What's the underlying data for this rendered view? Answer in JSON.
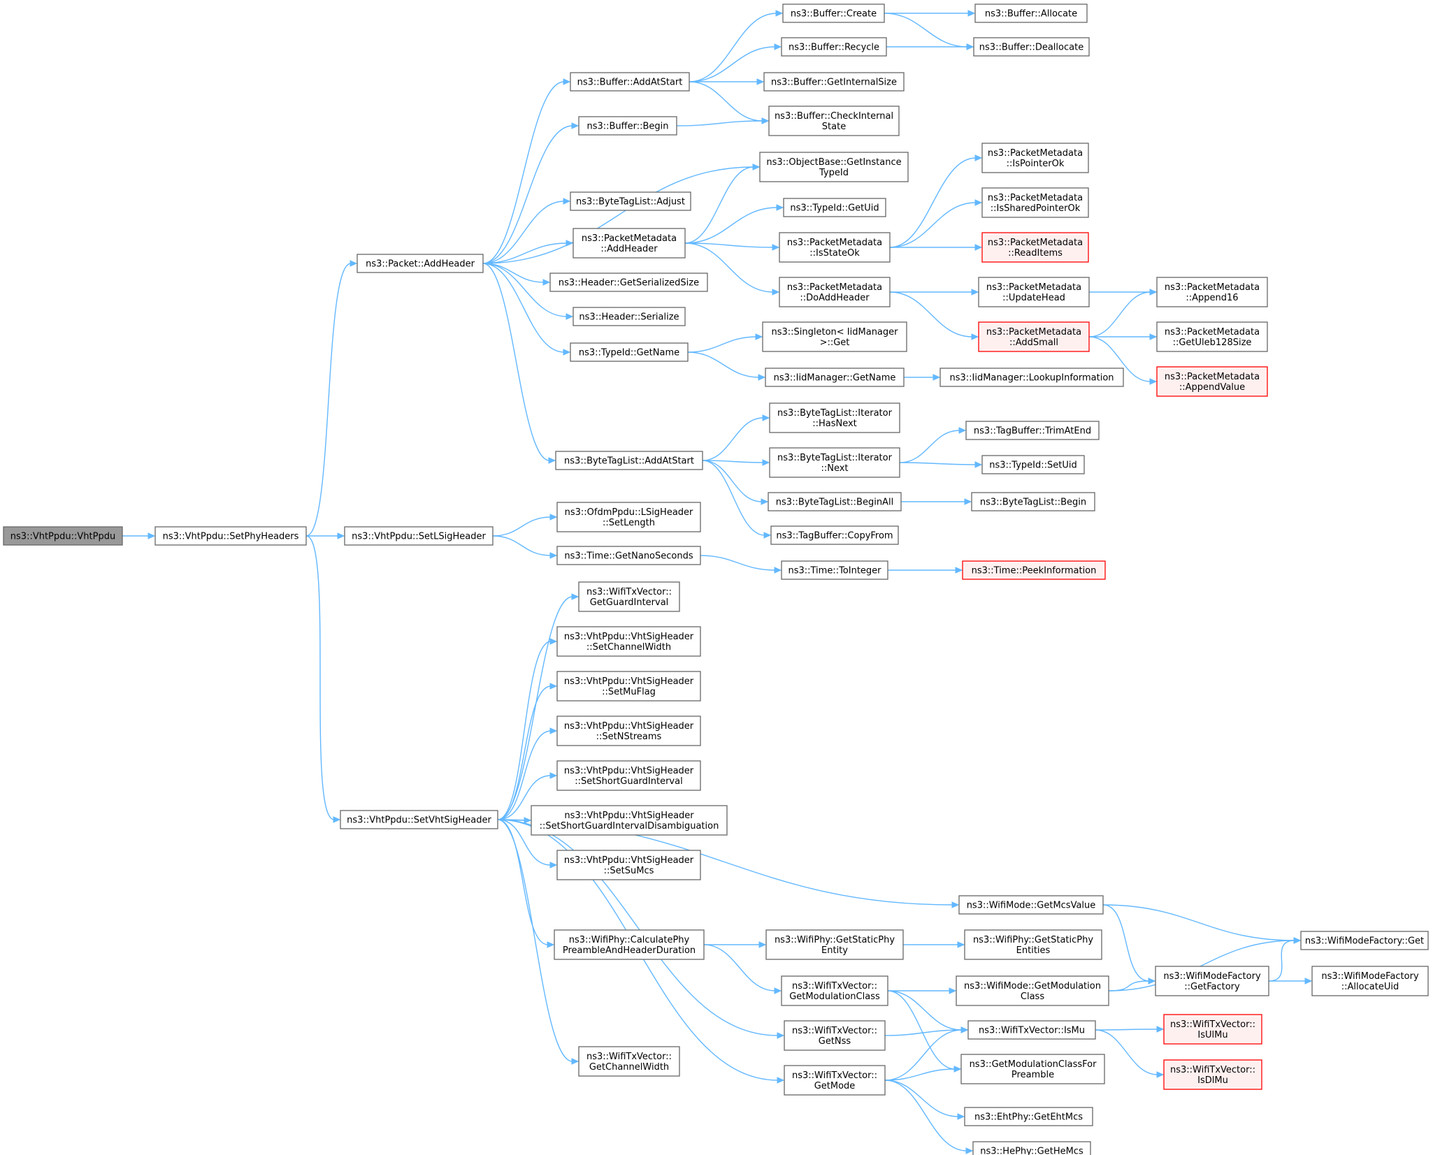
{
  "graph": {
    "nodes": [
      {
        "id": "root",
        "lines": [
          "ns3::VhtPpdu::VhtPpdu"
        ],
        "style": "root"
      },
      {
        "id": "setphy",
        "lines": [
          "ns3::VhtPpdu::SetPhyHeaders"
        ]
      },
      {
        "id": "addheader",
        "lines": [
          "ns3::Packet::AddHeader"
        ]
      },
      {
        "id": "setlsig",
        "lines": [
          "ns3::VhtPpdu::SetLSigHeader"
        ]
      },
      {
        "id": "setvhtsig",
        "lines": [
          "ns3::VhtPpdu::SetVhtSigHeader"
        ]
      },
      {
        "id": "buf_addatstart",
        "lines": [
          "ns3::Buffer::AddAtStart"
        ]
      },
      {
        "id": "buf_begin",
        "lines": [
          "ns3::Buffer::Begin"
        ]
      },
      {
        "id": "btl_adjust",
        "lines": [
          "ns3::ByteTagList::Adjust"
        ]
      },
      {
        "id": "pm_addheader",
        "lines": [
          "ns3::PacketMetadata",
          "::AddHeader"
        ]
      },
      {
        "id": "hdr_getsize",
        "lines": [
          "ns3::Header::GetSerializedSize"
        ]
      },
      {
        "id": "hdr_serialize",
        "lines": [
          "ns3::Header::Serialize"
        ]
      },
      {
        "id": "tid_getname",
        "lines": [
          "ns3::TypeId::GetName"
        ]
      },
      {
        "id": "btl_addatstart",
        "lines": [
          "ns3::ByteTagList::AddAtStart"
        ]
      },
      {
        "id": "lsig_setlength",
        "lines": [
          "ns3::OfdmPpdu::LSigHeader",
          "::SetLength"
        ]
      },
      {
        "id": "time_getnano",
        "lines": [
          "ns3::Time::GetNanoSeconds"
        ]
      },
      {
        "id": "wtx_getgi",
        "lines": [
          "ns3::WifiTxVector::",
          "GetGuardInterval"
        ]
      },
      {
        "id": "vsig_setcw",
        "lines": [
          "ns3::VhtPpdu::VhtSigHeader",
          "::SetChannelWidth"
        ]
      },
      {
        "id": "vsig_setmu",
        "lines": [
          "ns3::VhtPpdu::VhtSigHeader",
          "::SetMuFlag"
        ]
      },
      {
        "id": "vsig_setns",
        "lines": [
          "ns3::VhtPpdu::VhtSigHeader",
          "::SetNStreams"
        ]
      },
      {
        "id": "vsig_setsgi",
        "lines": [
          "ns3::VhtPpdu::VhtSigHeader",
          "::SetShortGuardInterval"
        ]
      },
      {
        "id": "vsig_setsgid",
        "lines": [
          "ns3::VhtPpdu::VhtSigHeader",
          "::SetShortGuardIntervalDisambiguation"
        ]
      },
      {
        "id": "vsig_setsumcs",
        "lines": [
          "ns3::VhtPpdu::VhtSigHeader",
          "::SetSuMcs"
        ]
      },
      {
        "id": "wphy_calc",
        "lines": [
          "ns3::WifiPhy::CalculatePhy",
          "PreambleAndHeaderDuration"
        ]
      },
      {
        "id": "wtx_getcw",
        "lines": [
          "ns3::WifiTxVector::",
          "GetChannelWidth"
        ]
      },
      {
        "id": "buf_create",
        "lines": [
          "ns3::Buffer::Create"
        ]
      },
      {
        "id": "buf_recycle",
        "lines": [
          "ns3::Buffer::Recycle"
        ]
      },
      {
        "id": "buf_getinternal",
        "lines": [
          "ns3::Buffer::GetInternalSize"
        ]
      },
      {
        "id": "buf_checkinternal",
        "lines": [
          "ns3::Buffer::CheckInternal",
          "State"
        ]
      },
      {
        "id": "ob_getinstance",
        "lines": [
          "ns3::ObjectBase::GetInstance",
          "TypeId"
        ]
      },
      {
        "id": "tid_getuid",
        "lines": [
          "ns3::TypeId::GetUid"
        ]
      },
      {
        "id": "pm_isstateok",
        "lines": [
          "ns3::PacketMetadata",
          "::IsStateOk"
        ]
      },
      {
        "id": "pm_doaddheader",
        "lines": [
          "ns3::PacketMetadata",
          "::DoAddHeader"
        ]
      },
      {
        "id": "singleton_get",
        "lines": [
          "ns3::Singleton< IidManager",
          ">::Get"
        ]
      },
      {
        "id": "iid_getname",
        "lines": [
          "ns3::IidManager::GetName"
        ]
      },
      {
        "id": "btl_it_hasnext",
        "lines": [
          "ns3::ByteTagList::Iterator",
          "::HasNext"
        ]
      },
      {
        "id": "btl_it_next",
        "lines": [
          "ns3::ByteTagList::Iterator",
          "::Next"
        ]
      },
      {
        "id": "btl_beginall",
        "lines": [
          "ns3::ByteTagList::BeginAll"
        ]
      },
      {
        "id": "tb_copyfrom",
        "lines": [
          "ns3::TagBuffer::CopyFrom"
        ]
      },
      {
        "id": "time_tointeger",
        "lines": [
          "ns3::Time::ToInteger"
        ]
      },
      {
        "id": "wphy_getstaticentity",
        "lines": [
          "ns3::WifiPhy::GetStaticPhy",
          "Entity"
        ]
      },
      {
        "id": "wtx_getmodclass",
        "lines": [
          "ns3::WifiTxVector::",
          "GetModulationClass"
        ]
      },
      {
        "id": "wtx_getnss",
        "lines": [
          "ns3::WifiTxVector::",
          "GetNss"
        ]
      },
      {
        "id": "wtx_getmode",
        "lines": [
          "ns3::WifiTxVector::",
          "GetMode"
        ]
      },
      {
        "id": "buf_allocate",
        "lines": [
          "ns3::Buffer::Allocate"
        ]
      },
      {
        "id": "buf_deallocate",
        "lines": [
          "ns3::Buffer::Deallocate"
        ]
      },
      {
        "id": "pm_ispointerok",
        "lines": [
          "ns3::PacketMetadata",
          "::IsPointerOk"
        ]
      },
      {
        "id": "pm_issharedok",
        "lines": [
          "ns3::PacketMetadata",
          "::IsSharedPointerOk"
        ]
      },
      {
        "id": "pm_readitems",
        "lines": [
          "ns3::PacketMetadata",
          "::ReadItems"
        ],
        "style": "red"
      },
      {
        "id": "pm_updatehead",
        "lines": [
          "ns3::PacketMetadata",
          "::UpdateHead"
        ]
      },
      {
        "id": "pm_addsmall",
        "lines": [
          "ns3::PacketMetadata",
          "::AddSmall"
        ],
        "style": "red"
      },
      {
        "id": "iid_lookup",
        "lines": [
          "ns3::IidManager::LookupInformation"
        ]
      },
      {
        "id": "tb_trimatend",
        "lines": [
          "ns3::TagBuffer::TrimAtEnd"
        ]
      },
      {
        "id": "tid_setuid",
        "lines": [
          "ns3::TypeId::SetUid"
        ]
      },
      {
        "id": "btl_begin",
        "lines": [
          "ns3::ByteTagList::Begin"
        ]
      },
      {
        "id": "time_peekinfo",
        "lines": [
          "ns3::Time::PeekInformation"
        ],
        "style": "red"
      },
      {
        "id": "wmode_getmcs",
        "lines": [
          "ns3::WifiMode::GetMcsValue"
        ]
      },
      {
        "id": "wphy_getstaticentities",
        "lines": [
          "ns3::WifiPhy::GetStaticPhy",
          "Entities"
        ]
      },
      {
        "id": "wmode_getmodclass",
        "lines": [
          "ns3::WifiMode::GetModulation",
          "Class"
        ]
      },
      {
        "id": "wtx_ismu",
        "lines": [
          "ns3::WifiTxVector::IsMu"
        ]
      },
      {
        "id": "getmodclassforpreamble",
        "lines": [
          "ns3::GetModulationClassFor",
          "Preamble"
        ]
      },
      {
        "id": "ehtphy_getmcs",
        "lines": [
          "ns3::EhtPhy::GetEhtMcs"
        ]
      },
      {
        "id": "hephy_getmcs",
        "lines": [
          "ns3::HePhy::GetHeMcs"
        ]
      },
      {
        "id": "pm_append16",
        "lines": [
          "ns3::PacketMetadata",
          "::Append16"
        ]
      },
      {
        "id": "pm_getuleb",
        "lines": [
          "ns3::PacketMetadata",
          "::GetUleb128Size"
        ]
      },
      {
        "id": "pm_appendvalue",
        "lines": [
          "ns3::PacketMetadata",
          "::AppendValue"
        ],
        "style": "red"
      },
      {
        "id": "wmf_get",
        "lines": [
          "ns3::WifiModeFactory::Get"
        ]
      },
      {
        "id": "wmf_getfactory",
        "lines": [
          "ns3::WifiModeFactory",
          "::GetFactory"
        ]
      },
      {
        "id": "wmf_allocateuid",
        "lines": [
          "ns3::WifiModeFactory",
          "::AllocateUid"
        ]
      },
      {
        "id": "wtx_isulmu",
        "lines": [
          "ns3::WifiTxVector::",
          "IsUlMu"
        ],
        "style": "red"
      },
      {
        "id": "wtx_isdlmu",
        "lines": [
          "ns3::WifiTxVector::",
          "IsDlMu"
        ],
        "style": "red"
      }
    ],
    "edges": [
      [
        "root",
        "setphy"
      ],
      [
        "setphy",
        "addheader"
      ],
      [
        "setphy",
        "setlsig"
      ],
      [
        "setphy",
        "setvhtsig"
      ],
      [
        "addheader",
        "buf_addatstart"
      ],
      [
        "addheader",
        "buf_begin"
      ],
      [
        "addheader",
        "ob_getinstance"
      ],
      [
        "addheader",
        "btl_adjust"
      ],
      [
        "addheader",
        "pm_addheader"
      ],
      [
        "addheader",
        "hdr_getsize"
      ],
      [
        "addheader",
        "hdr_serialize"
      ],
      [
        "addheader",
        "tid_getname"
      ],
      [
        "addheader",
        "btl_addatstart"
      ],
      [
        "buf_addatstart",
        "buf_create"
      ],
      [
        "buf_addatstart",
        "buf_recycle"
      ],
      [
        "buf_addatstart",
        "buf_getinternal"
      ],
      [
        "buf_addatstart",
        "buf_checkinternal"
      ],
      [
        "buf_begin",
        "buf_checkinternal"
      ],
      [
        "buf_create",
        "buf_allocate"
      ],
      [
        "buf_create",
        "buf_deallocate"
      ],
      [
        "buf_recycle",
        "buf_deallocate"
      ],
      [
        "pm_addheader",
        "ob_getinstance"
      ],
      [
        "pm_addheader",
        "tid_getuid"
      ],
      [
        "pm_addheader",
        "pm_isstateok"
      ],
      [
        "pm_addheader",
        "pm_doaddheader"
      ],
      [
        "pm_isstateok",
        "pm_ispointerok"
      ],
      [
        "pm_isstateok",
        "pm_issharedok"
      ],
      [
        "pm_isstateok",
        "pm_readitems"
      ],
      [
        "pm_doaddheader",
        "pm_updatehead"
      ],
      [
        "pm_doaddheader",
        "pm_addsmall"
      ],
      [
        "pm_updatehead",
        "pm_append16"
      ],
      [
        "pm_addsmall",
        "pm_append16"
      ],
      [
        "pm_addsmall",
        "pm_getuleb"
      ],
      [
        "pm_addsmall",
        "pm_appendvalue"
      ],
      [
        "tid_getname",
        "singleton_get"
      ],
      [
        "tid_getname",
        "iid_getname"
      ],
      [
        "iid_getname",
        "iid_lookup"
      ],
      [
        "btl_addatstart",
        "btl_it_hasnext"
      ],
      [
        "btl_addatstart",
        "btl_it_next"
      ],
      [
        "btl_addatstart",
        "btl_beginall"
      ],
      [
        "btl_addatstart",
        "tb_copyfrom"
      ],
      [
        "btl_it_next",
        "tb_trimatend"
      ],
      [
        "btl_it_next",
        "tid_setuid"
      ],
      [
        "btl_beginall",
        "btl_begin"
      ],
      [
        "setlsig",
        "lsig_setlength"
      ],
      [
        "setlsig",
        "time_getnano"
      ],
      [
        "time_getnano",
        "time_tointeger"
      ],
      [
        "time_tointeger",
        "time_peekinfo"
      ],
      [
        "setvhtsig",
        "wtx_getgi"
      ],
      [
        "setvhtsig",
        "vsig_setcw"
      ],
      [
        "setvhtsig",
        "vsig_setmu"
      ],
      [
        "setvhtsig",
        "vsig_setns"
      ],
      [
        "setvhtsig",
        "vsig_setsgi"
      ],
      [
        "setvhtsig",
        "vsig_setsgid"
      ],
      [
        "setvhtsig",
        "vsig_setsumcs"
      ],
      [
        "setvhtsig",
        "wmode_getmcs"
      ],
      [
        "setvhtsig",
        "wphy_calc"
      ],
      [
        "setvhtsig",
        "wtx_getnss"
      ],
      [
        "setvhtsig",
        "wtx_getmode"
      ],
      [
        "setvhtsig",
        "wtx_getcw"
      ],
      [
        "wphy_calc",
        "wphy_getstaticentity"
      ],
      [
        "wphy_calc",
        "wtx_getmodclass"
      ],
      [
        "wphy_getstaticentity",
        "wphy_getstaticentities"
      ],
      [
        "wtx_getmodclass",
        "wmode_getmodclass"
      ],
      [
        "wtx_getmodclass",
        "wtx_ismu"
      ],
      [
        "wtx_getmodclass",
        "getmodclassforpreamble"
      ],
      [
        "wtx_getnss",
        "wtx_ismu"
      ],
      [
        "wtx_getmode",
        "wtx_ismu"
      ],
      [
        "wtx_getmode",
        "getmodclassforpreamble"
      ],
      [
        "wtx_getmode",
        "ehtphy_getmcs"
      ],
      [
        "wtx_getmode",
        "hephy_getmcs"
      ],
      [
        "wmode_getmcs",
        "wmf_get"
      ],
      [
        "wmode_getmcs",
        "wmf_getfactory"
      ],
      [
        "wmode_getmodclass",
        "wmf_get"
      ],
      [
        "wmode_getmodclass",
        "wmf_getfactory"
      ],
      [
        "wmf_getfactory",
        "wmf_get"
      ],
      [
        "wmf_getfactory",
        "wmf_allocateuid"
      ],
      [
        "wtx_ismu",
        "wtx_isulmu"
      ],
      [
        "wtx_ismu",
        "wtx_isdlmu"
      ]
    ]
  }
}
